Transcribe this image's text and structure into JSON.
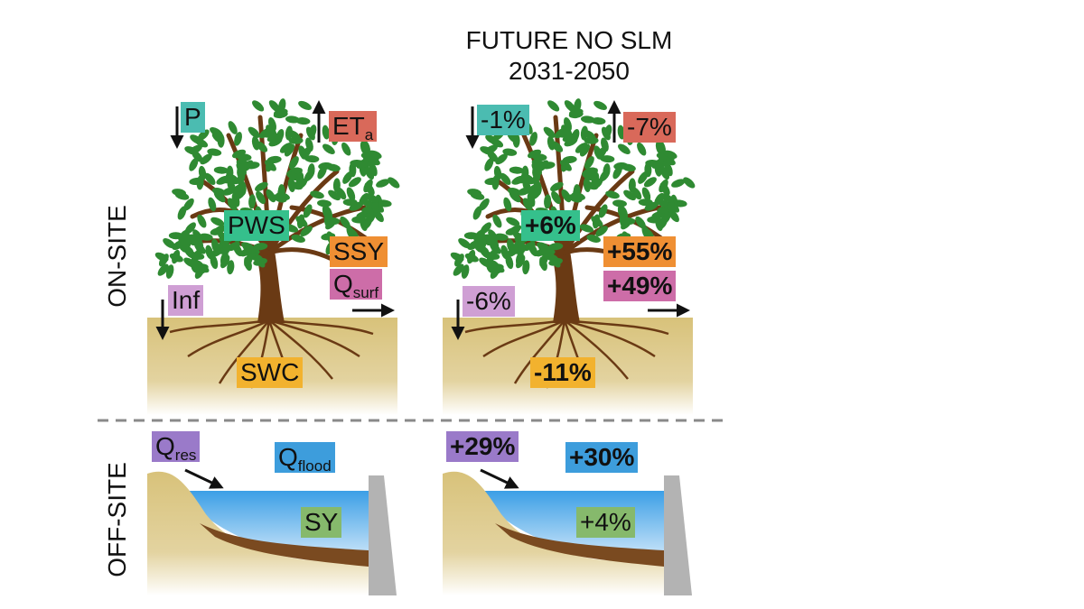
{
  "header": {
    "title_line1": "FUTURE NO SLM",
    "title_line2": "2031-2050"
  },
  "sections": {
    "on_site": "ON-SITE",
    "off_site": "OFF-SITE"
  },
  "legend_panel": {
    "p": "P",
    "eta_main": "ET",
    "eta_sub": "a",
    "pws": "PWS",
    "ssy": "SSY",
    "qsurf_main": "Q",
    "qsurf_sub": "surf",
    "inf": "Inf",
    "swc": "SWC",
    "qres_main": "Q",
    "qres_sub": "res",
    "qflood_main": "Q",
    "qflood_sub": "flood",
    "sy": "SY"
  },
  "future_panel": {
    "p": "-1%",
    "eta": "-7%",
    "pws": "+6%",
    "ssy": "+55%",
    "qsurf": "+49%",
    "inf": "-6%",
    "swc": "-11%",
    "qres": "+29%",
    "qflood": "+30%",
    "sy": "+4%"
  },
  "colors": {
    "precipitation": "#4bbcb1",
    "evapotranspiration": "#d9695a",
    "plant_water_stress": "#35c08c",
    "soil_sediment_yield": "#ef8f33",
    "surface_runoff": "#cd6da8",
    "infiltration": "#cf9fd4",
    "soil_water_content": "#f2b22e",
    "reservoir_inflow": "#9a7ac9",
    "flood_flow": "#3d9ddc",
    "sediment_yield": "#86b96c",
    "soil": "#d8c27a",
    "foliage": "#2f8a32",
    "trunk": "#6a3a14",
    "sediment": "#7a4a20",
    "dam": "#b3b3b3"
  }
}
